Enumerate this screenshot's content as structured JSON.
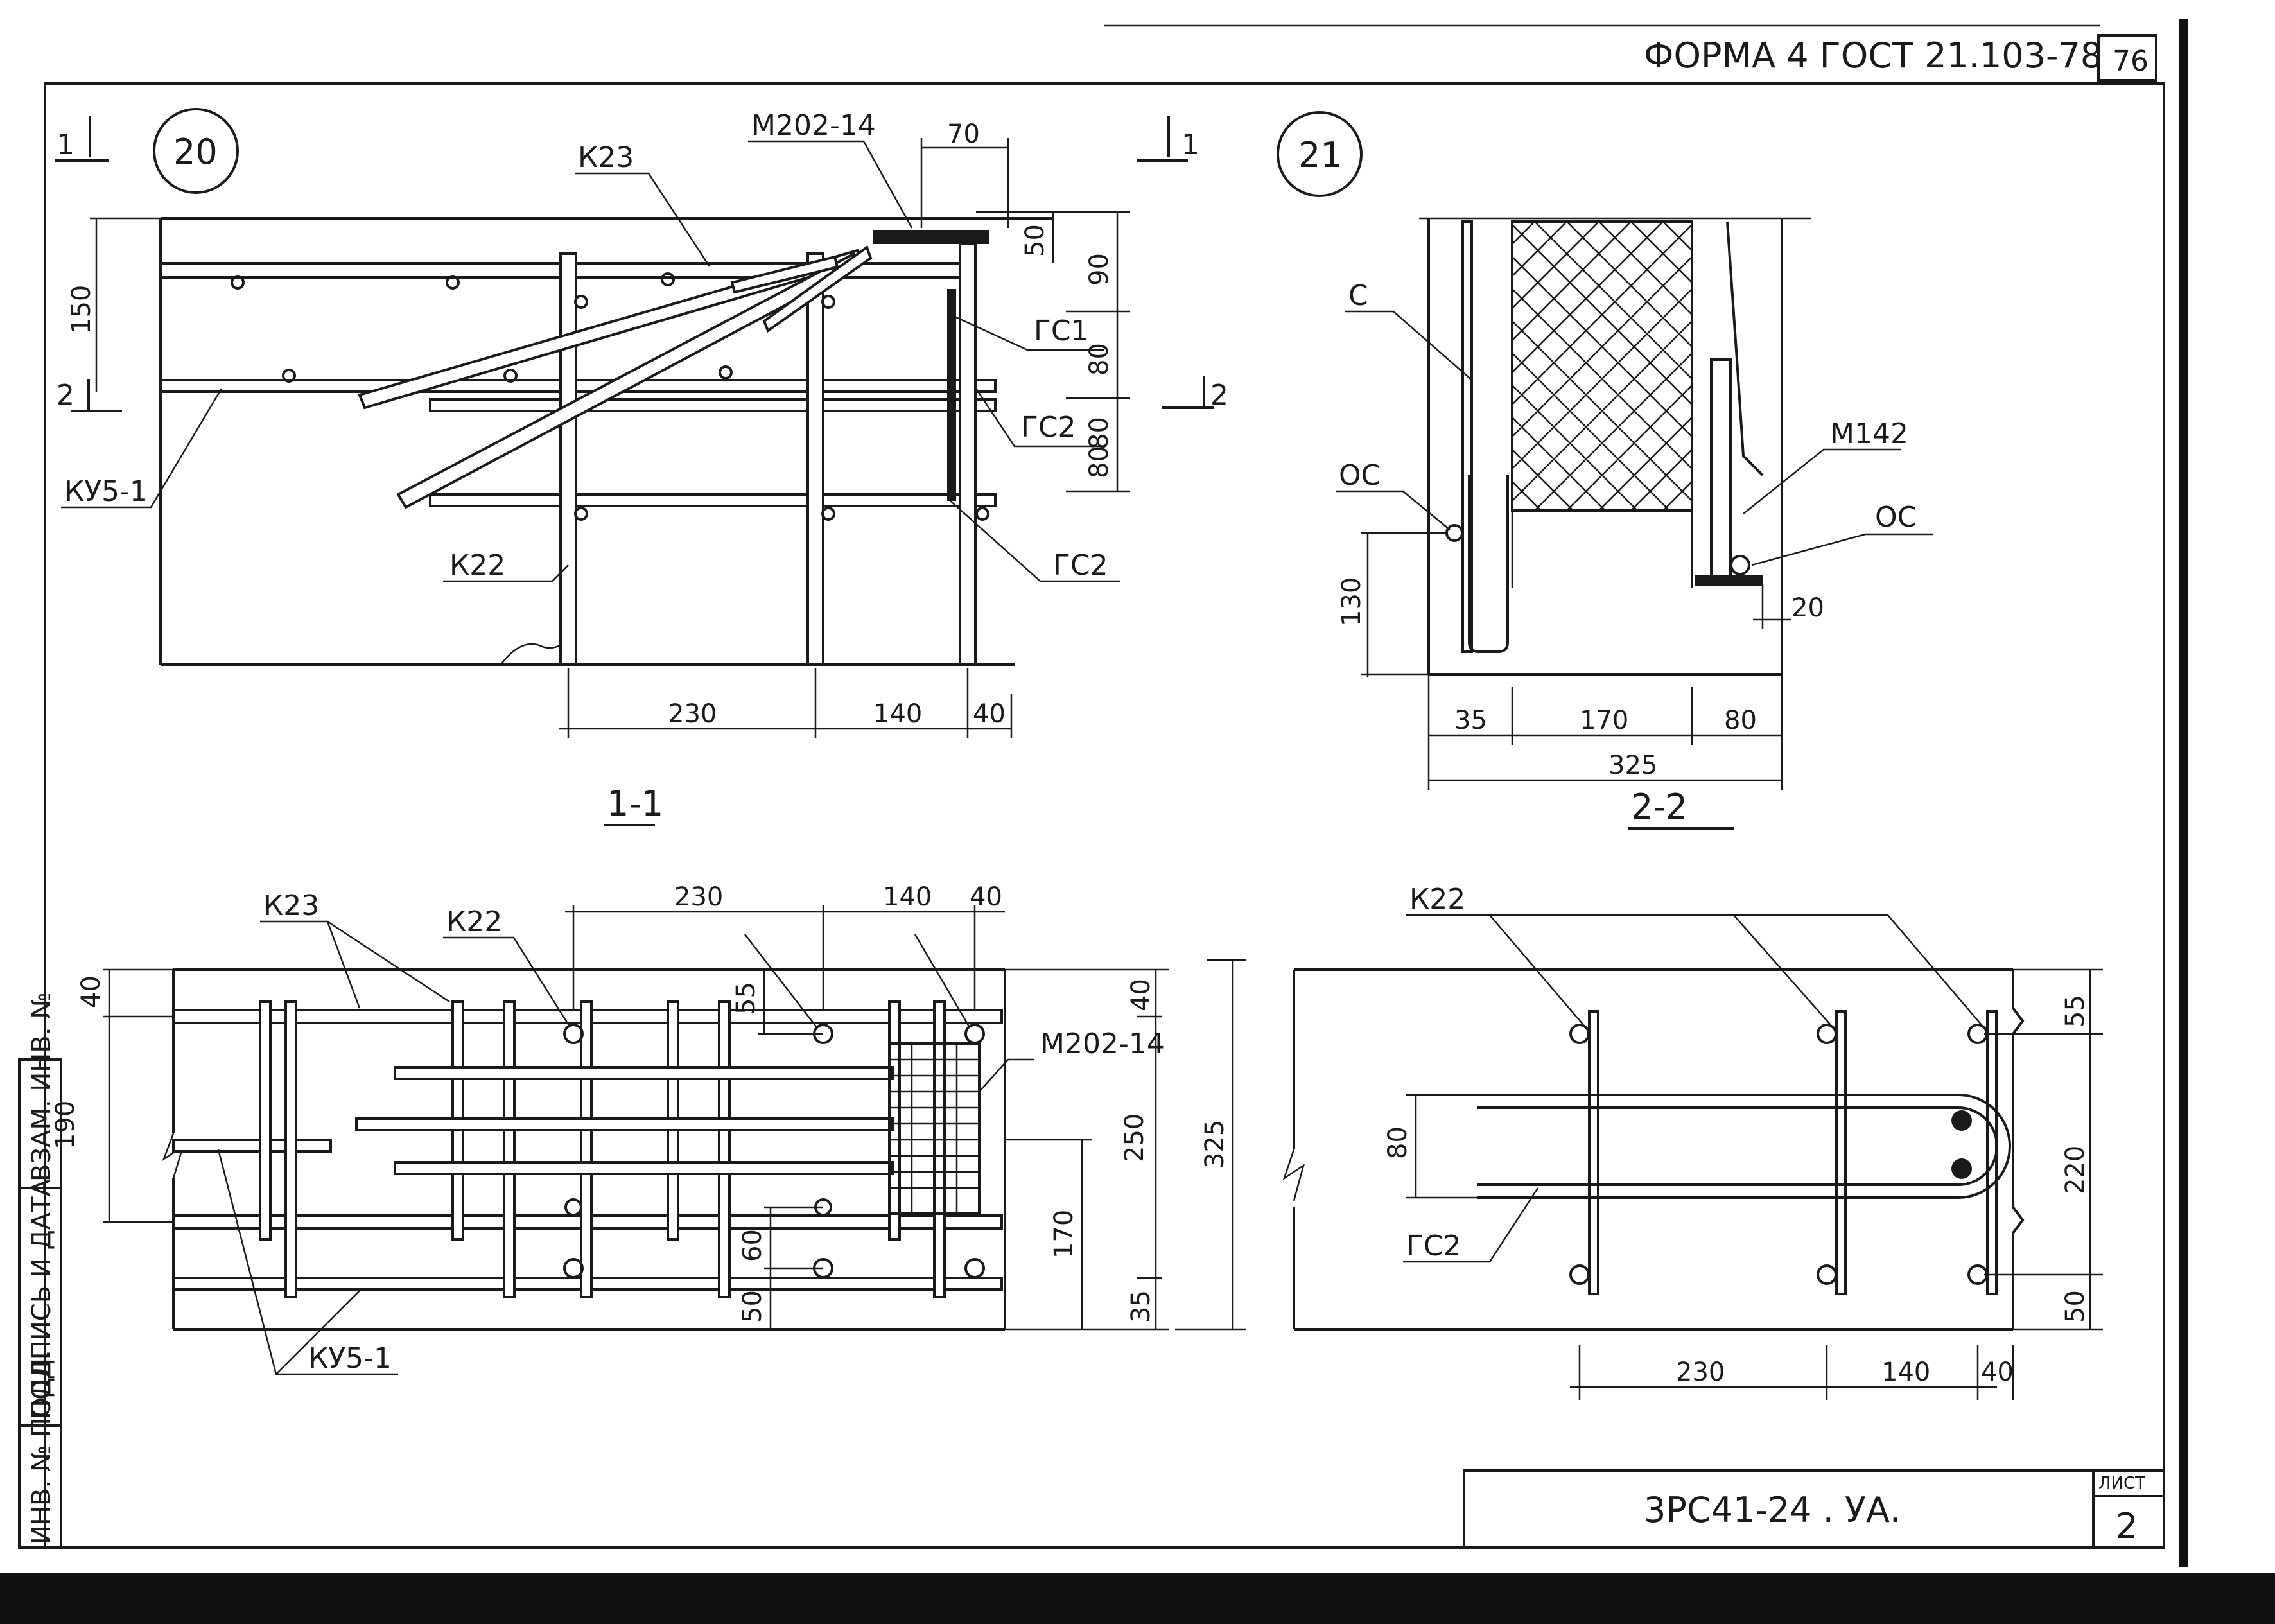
{
  "header": {
    "form_label": "ФОРМА 4 ГОСТ 21.103-78",
    "page_number": "76"
  },
  "left_margin": {
    "inv_podl": "ИНВ. № ПОДЛ.",
    "podpis_data": "ПОДПИСЬ И ДАТА",
    "vzam_inv": "ВЗАМ. ИНВ. №"
  },
  "title_block": {
    "code": "3РС41-24 . УА.",
    "sheet_label": "ЛИСТ",
    "sheet_number": "2"
  },
  "node20": {
    "circle": "20",
    "marks": {
      "k23": "К23",
      "m202": "М202-14",
      "gs1": "ГС1",
      "gs2a": "ГС2",
      "gs2b": "ГС2",
      "ku5": "КУ5-1",
      "k22": "К22"
    },
    "section_marks": {
      "s1_left": "1",
      "s1_right": "1",
      "s2_left": "2",
      "s2_right": "2"
    },
    "dims": {
      "d150": "150",
      "d70": "70",
      "d50": "50",
      "d90": "90",
      "d80a": "80",
      "d80b": "80",
      "d80c": "80",
      "d230": "230",
      "d140": "140",
      "d40": "40"
    },
    "section_title": "1-1"
  },
  "node21": {
    "circle": "21",
    "marks": {
      "c": "С",
      "oc_left": "ОС",
      "m142": "М142",
      "oc_right": "ОС"
    },
    "dims": {
      "d130": "130",
      "d20": "20",
      "d35": "35",
      "d170": "170",
      "d80": "80",
      "d325": "325"
    },
    "section_title": "2-2"
  },
  "plan1": {
    "marks": {
      "k23": "К23",
      "k22": "К22",
      "m202": "М202-14",
      "ku5": "КУ5-1"
    },
    "dims": {
      "d230": "230",
      "d140": "140",
      "d40": "40",
      "d40v": "40",
      "d190": "190",
      "d55": "55",
      "d250": "250",
      "d325": "325",
      "d170": "170",
      "d60": "60",
      "d50": "50",
      "d35": "35"
    }
  },
  "plan2": {
    "marks": {
      "k22": "К22",
      "gs2": "ГС2"
    },
    "dims": {
      "d55": "55",
      "d80": "80",
      "d220": "220",
      "d50": "50",
      "d230": "230",
      "d140": "140",
      "d40": "40"
    }
  }
}
